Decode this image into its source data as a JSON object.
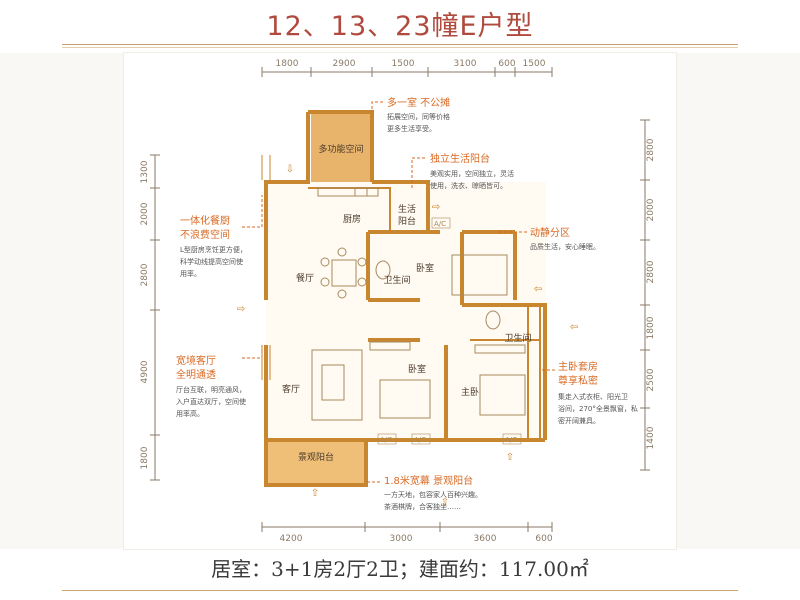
{
  "title": "12、13、23幢E户型",
  "footer": "居室：3+1房2厅2卫；建面约：117.00㎡",
  "dims": {
    "top": [
      "1800",
      "2900",
      "1500",
      "3100",
      "600",
      "1500"
    ],
    "bottom": [
      "4200",
      "3000",
      "3600",
      "600"
    ],
    "left": [
      "1300",
      "2000",
      "2800",
      "4900",
      "1800"
    ],
    "right": [
      "2800",
      "2000",
      "2800",
      "1800",
      "2500",
      "1400"
    ]
  },
  "rooms": {
    "multi": "多功能空间",
    "kitchen": "厨房",
    "balcony_life": "生活\n阳台",
    "bath1": "卫生间",
    "bedroom1": "卧室",
    "dining": "餐厅",
    "bath2": "卫生间",
    "living": "客厅",
    "bedroom2": "卧室",
    "master": "主卧",
    "view_balcony": "景观阳台"
  },
  "annotations": {
    "a1": {
      "title": "多一室 不公摊",
      "body": [
        "拓展空间，同等价格",
        "更多生活享受。"
      ]
    },
    "a2": {
      "title": "独立生活阳台",
      "body": [
        "美观实用，空间独立，灵活",
        "使用，洗衣、晾晒皆可。"
      ]
    },
    "a3": {
      "title": "动静分区",
      "body": [
        "品质生活，安心睡眠。"
      ]
    },
    "a4": {
      "title": "一体化餐厨",
      "title2": "不浪费空间",
      "body": [
        "L型厨房烹饪更方便，",
        "科学动线提高空间使",
        "用率。"
      ]
    },
    "a5": {
      "title": "宽境客厅",
      "title2": "全明通透",
      "body": [
        "厅台互联，明亮通风，",
        "入户直达双厅，空间使",
        "用率高。"
      ]
    },
    "a6": {
      "title": "主卧套房",
      "title2": "尊享私密",
      "body": [
        "集走入式衣柜、阳光卫",
        "浴间，270°全景飘窗，私",
        "密开阔兼具。"
      ]
    },
    "a7": {
      "title": "1.8米宽幕 景观阳台",
      "body": [
        "一方天地，包容家人百种兴趣。",
        "茶酒棋牌，合客独坐……"
      ]
    }
  },
  "colors": {
    "title": "#b04a3e",
    "wall": "#c8862e",
    "accent": "#d96a24",
    "room_fill": "#e8b46c",
    "dim": "#8a7a66"
  }
}
